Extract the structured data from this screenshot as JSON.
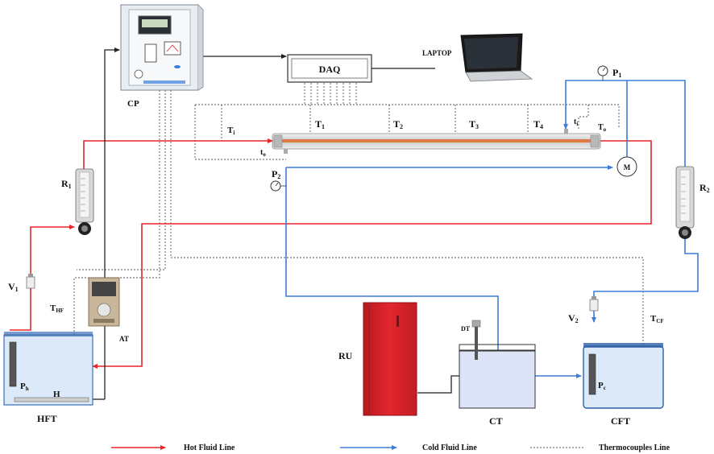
{
  "colors": {
    "hot": "#e8242b",
    "cold": "#3b7dd8",
    "thermo": "#555555",
    "tank_water": "#dbe9f8",
    "tank_border": "#3b6fb5",
    "ru_red": "#d8232a"
  },
  "labels": {
    "cp": "CP",
    "daq": "DAQ",
    "laptop": "LAPTOP",
    "p1_main": "P",
    "p1_sub": "1",
    "p2_main": "P",
    "p2_sub": "2",
    "r1_main": "R",
    "r1_sub": "1",
    "r2_main": "R",
    "r2_sub": "2",
    "v1_main": "V",
    "v1_sub": "1",
    "v2_main": "V",
    "v2_sub": "2",
    "ti_main": "T",
    "ti_sub": "i",
    "to_main": "T",
    "to_sub": "o",
    "t1_main": "T",
    "t1_sub": "1",
    "t2_main": "T",
    "t2_sub": "2",
    "t3_main": "T",
    "t3_sub": "3",
    "t4_main": "T",
    "t4_sub": "4",
    "small_ti_main": "t",
    "small_ti_sub": "i",
    "small_to_main": "t",
    "small_to_sub": "o",
    "m": "M",
    "thf_main": "T",
    "thf_sub": "HF",
    "tcf_main": "T",
    "tcf_sub": "CF",
    "at": "AT",
    "ph_main": "P",
    "ph_sub": "h",
    "pc_main": "P",
    "pc_sub": "c",
    "h": "H",
    "hft": "HFT",
    "ru": "RU",
    "dt": "DT",
    "ct": "CT",
    "cft": "CFT"
  },
  "legend": {
    "hot": "Hot Fluid Line",
    "cold": "Cold Fluid Line",
    "thermo": "Thermocouples Line"
  }
}
